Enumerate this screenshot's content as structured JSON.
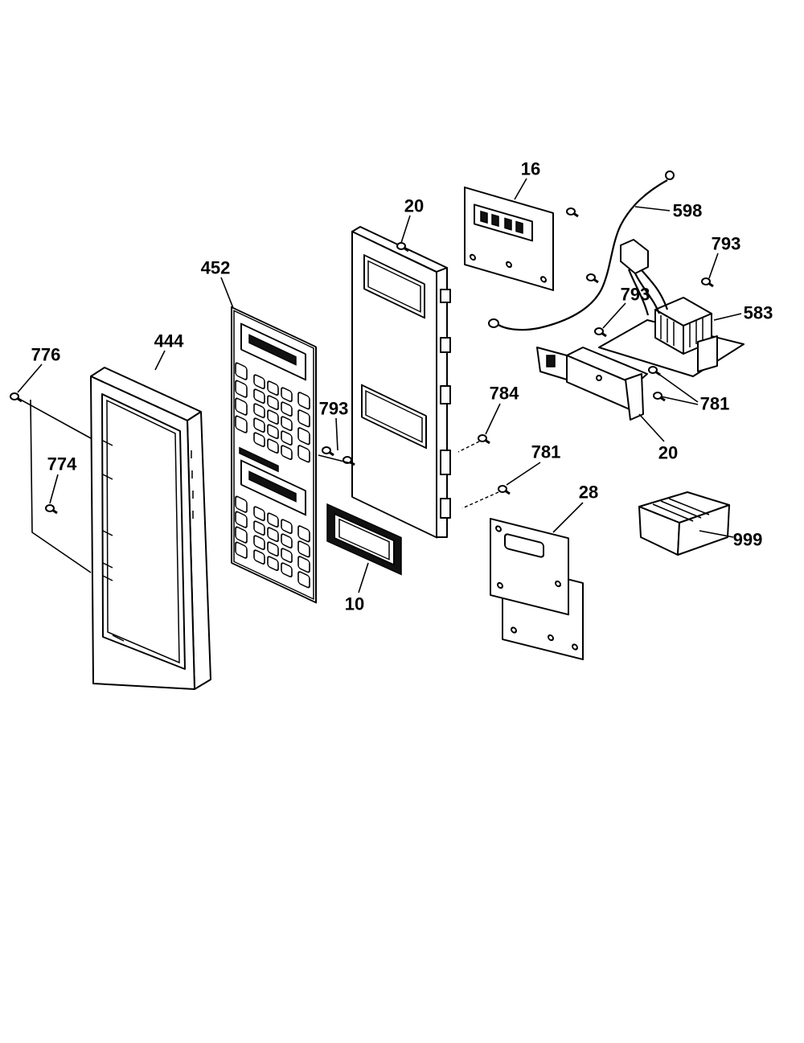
{
  "callouts": [
    "16",
    "20",
    "598",
    "793",
    "452",
    "793",
    "583",
    "776",
    "444",
    "793",
    "784",
    "781",
    "20",
    "774",
    "781",
    "28",
    "999",
    "10"
  ]
}
